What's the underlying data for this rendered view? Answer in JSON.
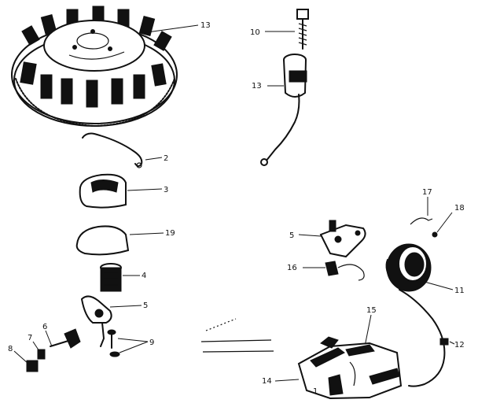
{
  "labels": {
    "flywheel": "13",
    "screw_10": "10",
    "coil_13": "13",
    "spring_2": "2",
    "cover_3": "3",
    "dust_cover_19": "19",
    "cam_4": "4",
    "arm_5_left": "5",
    "nut_6": "6",
    "washer_7": "7",
    "nut_8": "8",
    "screws_9": "9",
    "wire_17": "17",
    "clip_18": "18",
    "bracket_5_right": "5",
    "insulator_16": "16",
    "coil_11": "11",
    "lead_15": "15",
    "wire_12": "12",
    "breaker_base_14": "14",
    "point_1": "1"
  }
}
